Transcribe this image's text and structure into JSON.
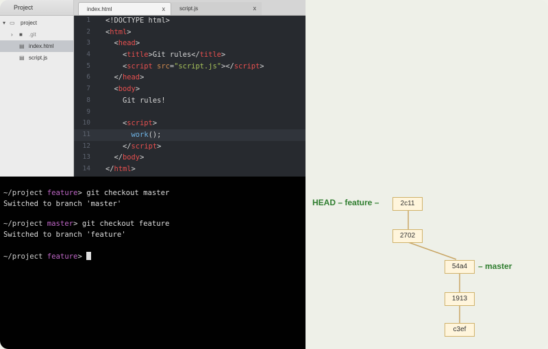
{
  "sidebar": {
    "title": "Project",
    "items": [
      {
        "label": "project",
        "icon": "book-icon"
      },
      {
        "label": ".git",
        "icon": "folder-icon"
      },
      {
        "label": "index.html",
        "icon": "file-icon"
      },
      {
        "label": "script.js",
        "icon": "file-icon"
      }
    ]
  },
  "editor": {
    "tabs": [
      {
        "label": "index.html",
        "close": "x"
      },
      {
        "label": "script.js",
        "close": "x"
      }
    ],
    "lines": [
      {
        "num": "1",
        "parts": [
          {
            "c": "t-plain",
            "t": "<!DOCTYPE html>"
          }
        ]
      },
      {
        "num": "2",
        "parts": [
          {
            "c": "t-plain",
            "t": "<"
          },
          {
            "c": "t-tag",
            "t": "html"
          },
          {
            "c": "t-plain",
            "t": ">"
          }
        ]
      },
      {
        "num": "3",
        "parts": [
          {
            "c": "t-plain",
            "t": "  <"
          },
          {
            "c": "t-tag",
            "t": "head"
          },
          {
            "c": "t-plain",
            "t": ">"
          }
        ]
      },
      {
        "num": "4",
        "parts": [
          {
            "c": "t-plain",
            "t": "    <"
          },
          {
            "c": "t-tag",
            "t": "title"
          },
          {
            "c": "t-plain",
            "t": ">Git rules</"
          },
          {
            "c": "t-tag",
            "t": "title"
          },
          {
            "c": "t-plain",
            "t": ">"
          }
        ]
      },
      {
        "num": "5",
        "parts": [
          {
            "c": "t-plain",
            "t": "    <"
          },
          {
            "c": "t-tag",
            "t": "script"
          },
          {
            "c": "t-plain",
            "t": " "
          },
          {
            "c": "t-attr",
            "t": "src"
          },
          {
            "c": "t-plain",
            "t": "="
          },
          {
            "c": "t-str",
            "t": "\"script.js\""
          },
          {
            "c": "t-plain",
            "t": "></"
          },
          {
            "c": "t-tag",
            "t": "script"
          },
          {
            "c": "t-plain",
            "t": ">"
          }
        ]
      },
      {
        "num": "6",
        "parts": [
          {
            "c": "t-plain",
            "t": "  </"
          },
          {
            "c": "t-tag",
            "t": "head"
          },
          {
            "c": "t-plain",
            "t": ">"
          }
        ]
      },
      {
        "num": "7",
        "parts": [
          {
            "c": "t-plain",
            "t": "  <"
          },
          {
            "c": "t-tag",
            "t": "body"
          },
          {
            "c": "t-plain",
            "t": ">"
          }
        ]
      },
      {
        "num": "8",
        "parts": [
          {
            "c": "t-plain",
            "t": "    Git rules!"
          }
        ]
      },
      {
        "num": "9",
        "parts": []
      },
      {
        "num": "10",
        "parts": [
          {
            "c": "t-plain",
            "t": "    <"
          },
          {
            "c": "t-tag",
            "t": "script"
          },
          {
            "c": "t-plain",
            "t": ">"
          }
        ]
      },
      {
        "num": "11",
        "parts": [
          {
            "c": "t-plain",
            "t": "      "
          },
          {
            "c": "t-fn",
            "t": "work"
          },
          {
            "c": "t-plain",
            "t": "();"
          }
        ]
      },
      {
        "num": "12",
        "parts": [
          {
            "c": "t-plain",
            "t": "    </"
          },
          {
            "c": "t-tag",
            "t": "script"
          },
          {
            "c": "t-plain",
            "t": ">"
          }
        ]
      },
      {
        "num": "13",
        "parts": [
          {
            "c": "t-plain",
            "t": "  </"
          },
          {
            "c": "t-tag",
            "t": "body"
          },
          {
            "c": "t-plain",
            "t": ">"
          }
        ]
      },
      {
        "num": "14",
        "parts": [
          {
            "c": "t-plain",
            "t": "</"
          },
          {
            "c": "t-tag",
            "t": "html"
          },
          {
            "c": "t-plain",
            "t": ">"
          }
        ]
      }
    ]
  },
  "terminal": {
    "lines": [
      {
        "path": "~/project ",
        "branch": "feature",
        "cmd": "> git checkout master"
      },
      {
        "output": "Switched to branch 'master'"
      },
      {
        "path": "~/project ",
        "branch": "master",
        "cmd": "> git checkout feature"
      },
      {
        "output": "Switched to branch 'feature'"
      },
      {
        "path": "~/project ",
        "branch": "feature",
        "cmd": "> "
      }
    ]
  },
  "graph": {
    "commits": [
      "2c11",
      "2702",
      "54a4",
      "1913",
      "c3ef"
    ],
    "head_label": "HEAD – feature –",
    "master_label": "– master",
    "colors": {
      "line": "#c8a564",
      "box_border": "#d0b26a",
      "box_fill": "#fff5dc",
      "label": "#2e7d2e"
    }
  }
}
